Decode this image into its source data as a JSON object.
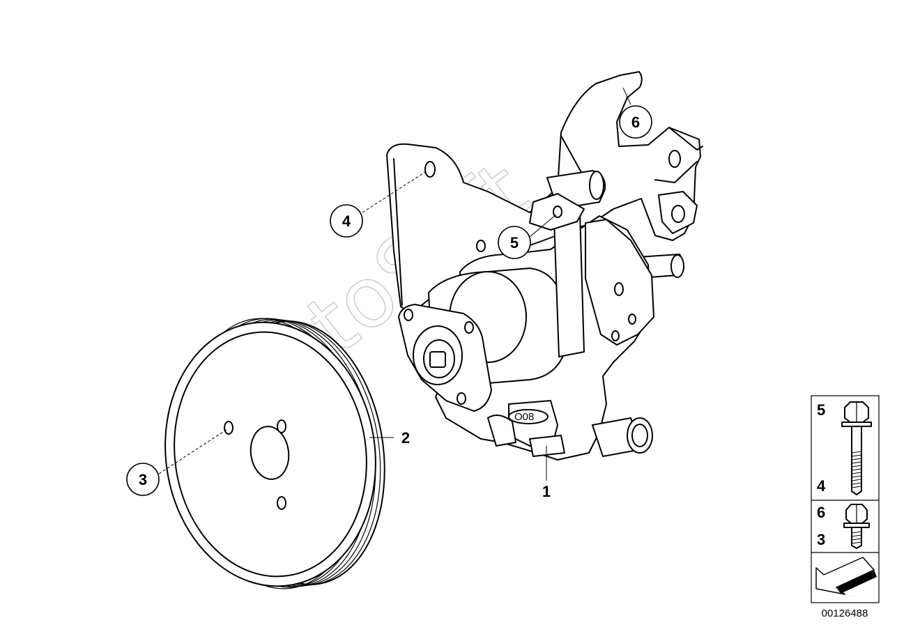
{
  "watermark": "AutoSoft",
  "callouts": [
    {
      "id": "3",
      "text": "3"
    },
    {
      "id": "4",
      "text": "4"
    },
    {
      "id": "5",
      "text": "5"
    },
    {
      "id": "6",
      "text": "6"
    }
  ],
  "labels": {
    "pump": "1",
    "pulley": "2"
  },
  "legend": {
    "bolt_long_top": "5",
    "bolt_long_bottom": "4",
    "bolt_short_top": "6",
    "bolt_short_bottom": "3"
  },
  "diagram_code": "00126488",
  "pump_marking": "O08"
}
